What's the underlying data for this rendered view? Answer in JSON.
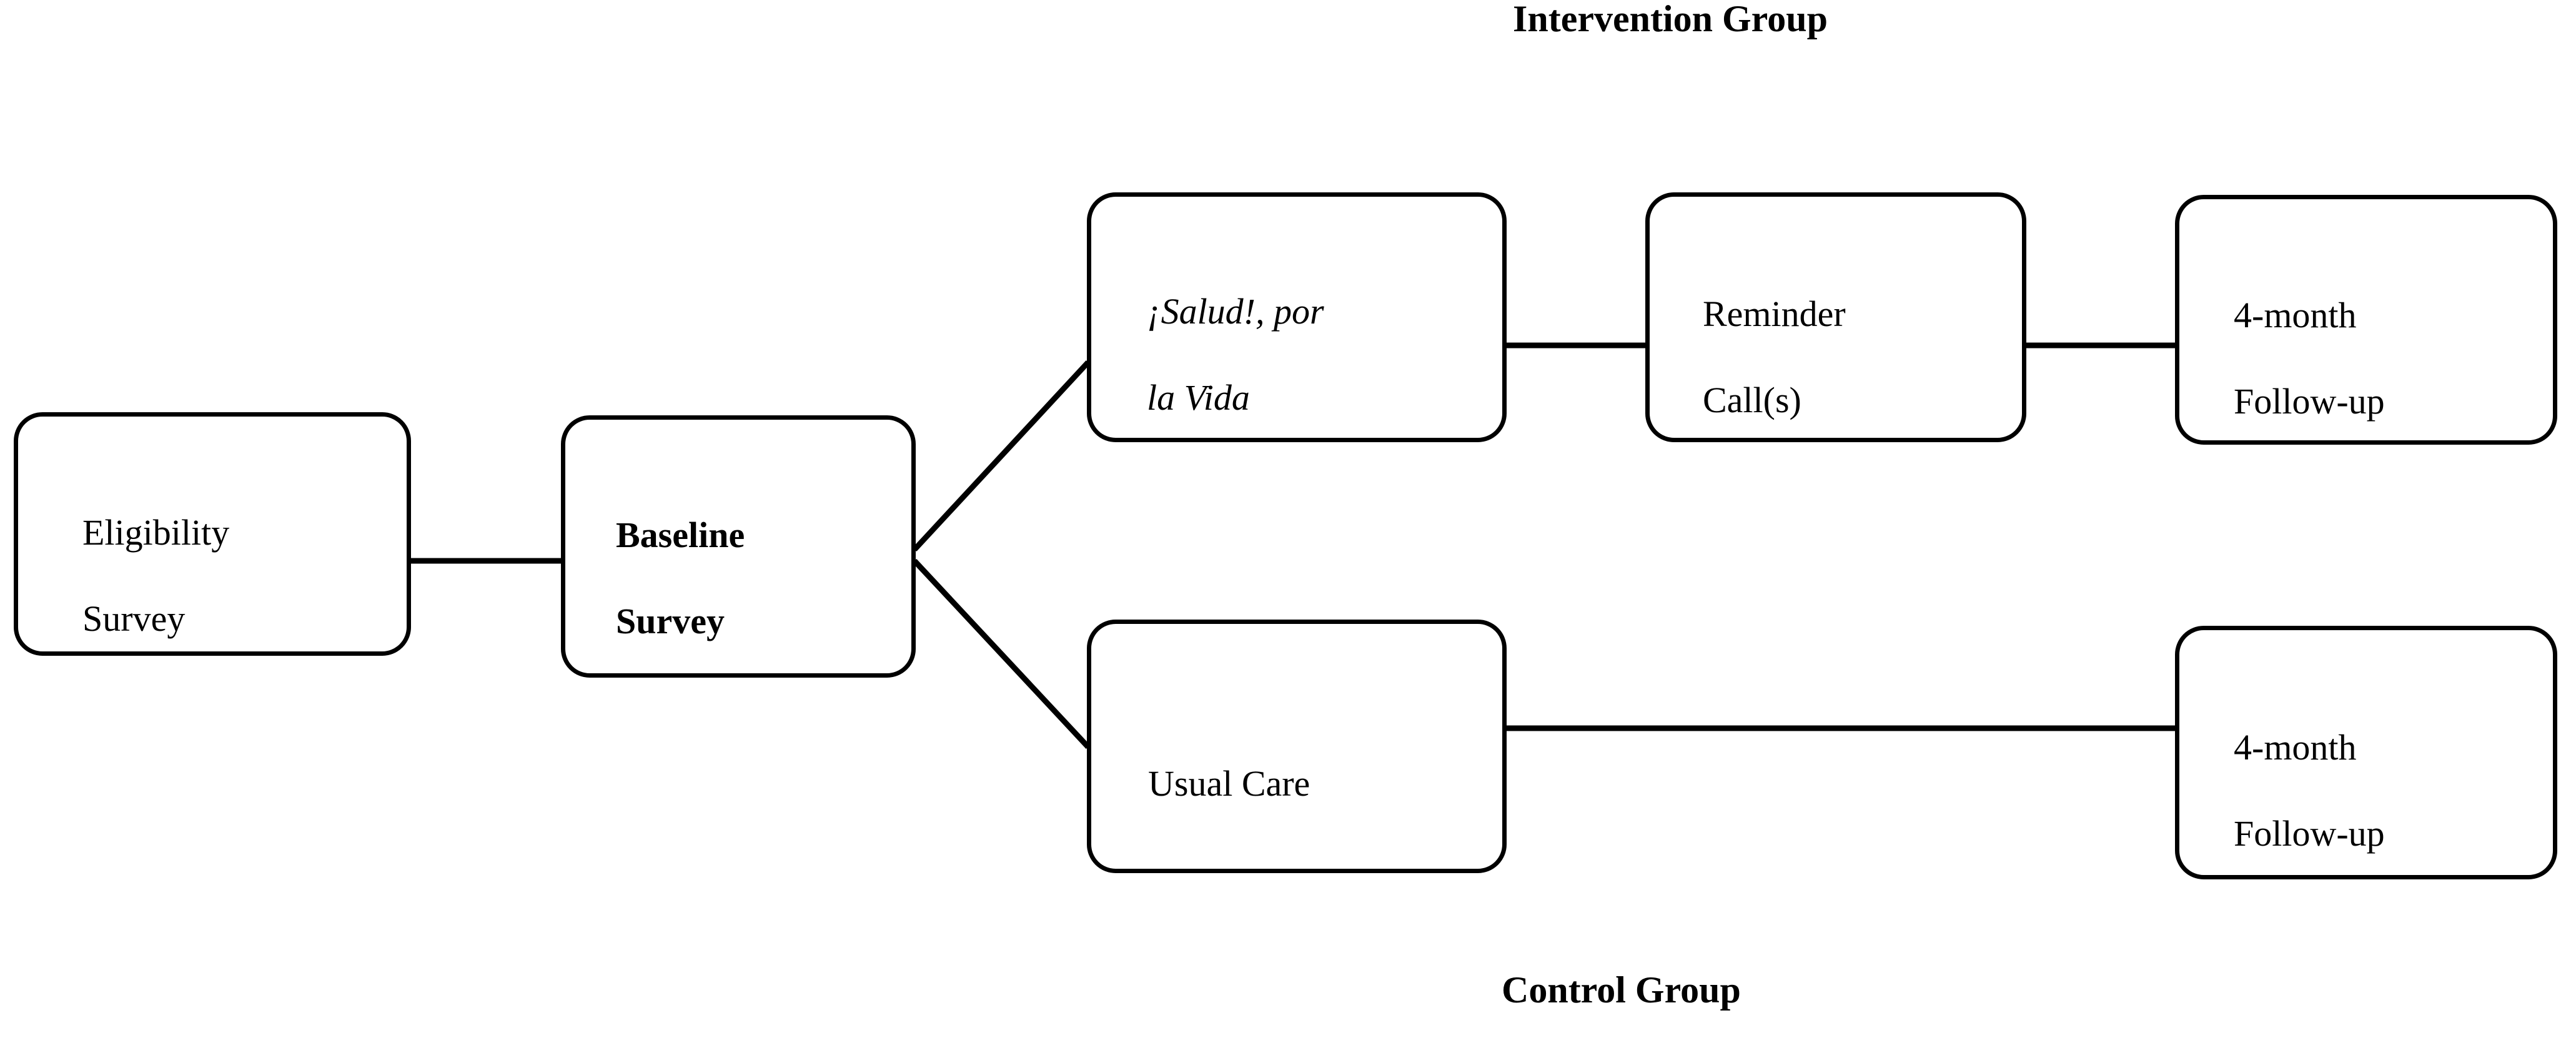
{
  "figure": {
    "type": "study-flow-diagram",
    "background": "#ffffff",
    "line_color": "#000000"
  },
  "group_labels": {
    "intervention": "Intervention Group",
    "control": "Control Group"
  },
  "nodes": {
    "eligibility": {
      "line1": "Eligibility",
      "line2": "Survey"
    },
    "baseline": {
      "line1": "Baseline",
      "line2": "Survey"
    },
    "salud": {
      "line1": "¡Salud!, por",
      "line2": "la Vida"
    },
    "reminder": {
      "line1": "Reminder",
      "line2": "Call(s)"
    },
    "followup_top": {
      "line1": "4-month",
      "line2": "Follow-up"
    },
    "usual_care": {
      "line1": "Usual Care",
      "line2": ""
    },
    "followup_bottom": {
      "line1": "4-month",
      "line2": "Follow-up"
    }
  },
  "chart_data": {
    "type": "diagram",
    "title": "",
    "nodes": [
      {
        "id": "eligibility",
        "label": "Eligibility Survey",
        "style": "regular",
        "row": "middle"
      },
      {
        "id": "baseline",
        "label": "Baseline Survey",
        "style": "bold",
        "row": "middle"
      },
      {
        "id": "salud",
        "label": "¡Salud!, por la Vida",
        "style": "italic",
        "row": "intervention"
      },
      {
        "id": "reminder",
        "label": "Reminder Call(s)",
        "style": "regular",
        "row": "intervention"
      },
      {
        "id": "followup_top",
        "label": "4-month Follow-up",
        "style": "regular",
        "row": "intervention"
      },
      {
        "id": "usual_care",
        "label": "Usual Care",
        "style": "regular",
        "row": "control"
      },
      {
        "id": "followup_bottom",
        "label": "4-month Follow-up",
        "style": "regular",
        "row": "control"
      }
    ],
    "edges": [
      {
        "from": "eligibility",
        "to": "baseline",
        "kind": "straight"
      },
      {
        "from": "baseline",
        "to": "salud",
        "kind": "diagonal-up"
      },
      {
        "from": "salud",
        "to": "reminder",
        "kind": "straight"
      },
      {
        "from": "reminder",
        "to": "followup_top",
        "kind": "straight"
      },
      {
        "from": "baseline",
        "to": "usual_care",
        "kind": "diagonal-down"
      },
      {
        "from": "usual_care",
        "to": "followup_bottom",
        "kind": "straight"
      }
    ],
    "groups": [
      {
        "label": "Intervention Group",
        "position": "top",
        "members": [
          "salud",
          "reminder",
          "followup_top"
        ]
      },
      {
        "label": "Control Group",
        "position": "bottom",
        "members": [
          "usual_care",
          "followup_bottom"
        ]
      }
    ]
  }
}
